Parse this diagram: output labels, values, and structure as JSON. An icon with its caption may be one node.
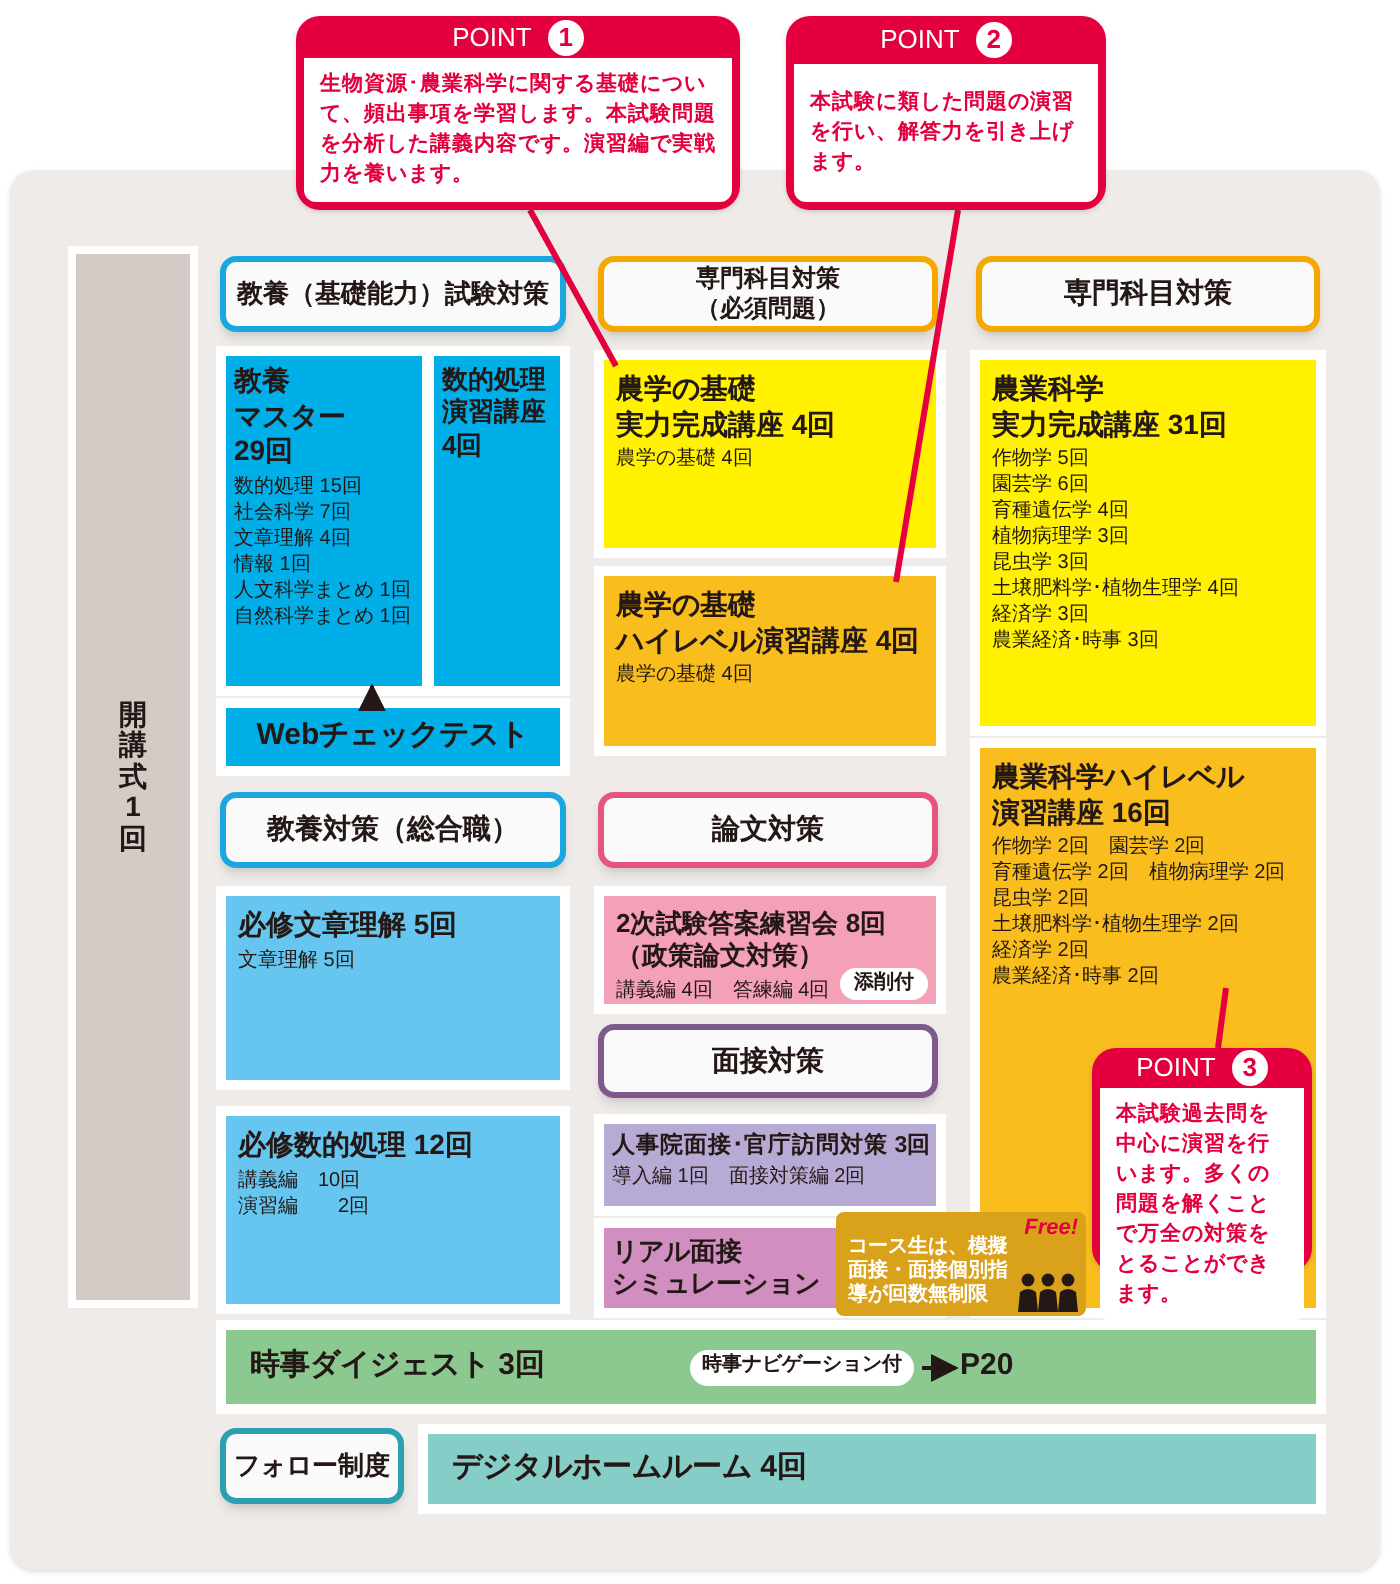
{
  "diagram": {
    "nodes": [
      {
        "text": [
          "開講式 1回"
        ]
      },
      {
        "text": [
          "教養（基礎能力）試験対策"
        ]
      },
      {
        "text": [
          "教養",
          "マスター",
          "29回",
          "数的処理 15回",
          "社会科学 7回",
          "文章理解 4回",
          "情報 1回",
          "人文科学まとめ 1回",
          "自然科学まとめ 1回"
        ]
      },
      {
        "text": [
          "数的処理",
          "演習講座",
          "4回"
        ]
      },
      {
        "text": [
          "Webチェックテスト"
        ]
      },
      {
        "text": [
          "教養対策（総合職）"
        ]
      },
      {
        "text": [
          "必修文章理解 5回",
          "文章理解 5回"
        ]
      },
      {
        "text": [
          "必修数的処理 12回",
          "講義編　10回",
          "演習編　　2回"
        ]
      },
      {
        "text": [
          "専門科目対策",
          "（必須問題）"
        ]
      },
      {
        "text": [
          "農学の基礎",
          "実力完成講座 4回",
          "農学の基礎 4回"
        ]
      },
      {
        "text": [
          "農学の基礎",
          "ハイレベル演習講座 4回",
          "農学の基礎 4回"
        ]
      },
      {
        "text": [
          "論文対策"
        ]
      },
      {
        "text": [
          "2次試験答案練習会 8回",
          "（政策論文対策）",
          "講義編 4回　答練編 4回"
        ]
      },
      {
        "text": [
          "添削付"
        ],
        "in": 12
      },
      {
        "text": [
          "面接対策"
        ]
      },
      {
        "text": [
          "人事院面接･官庁訪問対策 3回",
          "導入編 1回　面接対策編 2回"
        ]
      },
      {
        "text": [
          "リアル面接",
          "シミュレーション"
        ]
      },
      {
        "text": [
          "Free!",
          "コース生は、模擬面接・面接個別指導が回数無制限"
        ]
      },
      {
        "text": [
          "専門科目対策"
        ]
      },
      {
        "text": [
          "農業科学",
          "実力完成講座 31回",
          "作物学 5回",
          "園芸学 6回",
          "育種遺伝学 4回",
          "植物病理学 3回",
          "昆虫学 3回",
          "土壌肥料学･植物生理学 4回",
          "経済学 3回",
          "農業経済･時事 3回"
        ]
      },
      {
        "text": [
          "農業科学ハイレベル",
          "演習講座 16回",
          "作物学 2回　園芸学 2回",
          "育種遺伝学 2回　植物病理学 2回",
          "昆虫学 2回",
          "土壌肥料学･植物生理学 2回",
          "経済学 2回",
          "農業経済･時事 2回"
        ]
      },
      {
        "text": [
          "時事ダイジェスト 3回"
        ]
      },
      {
        "text": [
          "時事ナビゲーション付"
        ],
        "in": 21
      },
      {
        "text": [
          "P20"
        ],
        "in": 21
      },
      {
        "text": [
          "フォロー制度"
        ]
      },
      {
        "text": [
          "デジタルホームルーム 4回"
        ]
      },
      {
        "text": [
          "POINT",
          "1",
          "生物資源･農業科学に関する基礎について、頻出事項を学習します。本試験問題を分析した講義内容です。演習編で実戦力を養います。"
        ]
      },
      {
        "text": [
          "POINT",
          "2",
          "本試験に類した問題の演習を行い、解答力を引き上げます。"
        ]
      },
      {
        "text": [
          "POINT",
          "3",
          "本試験過去問を中心に演習を行います。多くの問題を解くことで万全の対策をとることができます。"
        ],
        "in": 20
      }
    ],
    "edges": [
      {
        "from": 4,
        "to": 2,
        "arrow": "to",
        "color": "#231815"
      },
      {
        "from": 22,
        "to": 23,
        "arrow": "to",
        "color": "#231815"
      },
      {
        "from": 26,
        "to": 9,
        "arrow": "none"
      },
      {
        "from": 27,
        "to": 10,
        "arrow": "none"
      },
      {
        "from": 28,
        "to": 20,
        "arrow": "none"
      }
    ]
  }
}
